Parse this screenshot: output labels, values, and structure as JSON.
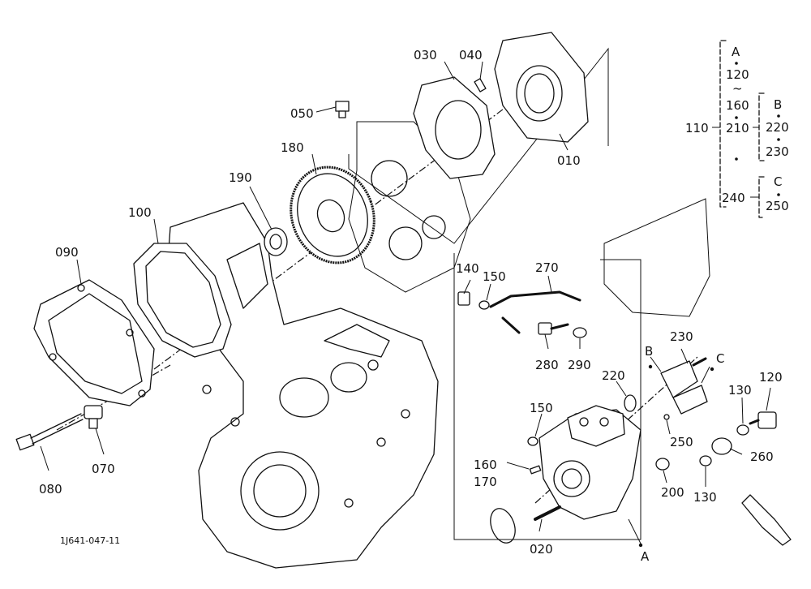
{
  "figure_code": "1J641-047-11",
  "part_labels": {
    "p010": "010",
    "p020": "020",
    "p030": "030",
    "p040": "040",
    "p050": "050",
    "p070": "070",
    "p080": "080",
    "p090": "090",
    "p100": "100",
    "p120": "120",
    "p130a": "130",
    "p130b": "130",
    "p140": "140",
    "p150a": "150",
    "p150b": "150",
    "p160": "160",
    "p170": "170",
    "p180": "180",
    "p190": "190",
    "p200": "200",
    "p220": "220",
    "p230": "230",
    "p240": "240",
    "p250": "250",
    "p260": "260",
    "p270": "270",
    "p280": "280",
    "p290": "290"
  },
  "markers": {
    "A": "A",
    "B": "B",
    "C": "C"
  },
  "set_legend": {
    "parent": "110",
    "group_a_tag": "A",
    "group_a_from": "120",
    "tilde": "~",
    "group_a_to": "160",
    "group_a_mid": "210",
    "group_b_tag": "B",
    "group_b_1": "220",
    "group_b_2": "230",
    "group_c_parent": "240",
    "group_c_tag": "C",
    "group_c_1": "250"
  }
}
